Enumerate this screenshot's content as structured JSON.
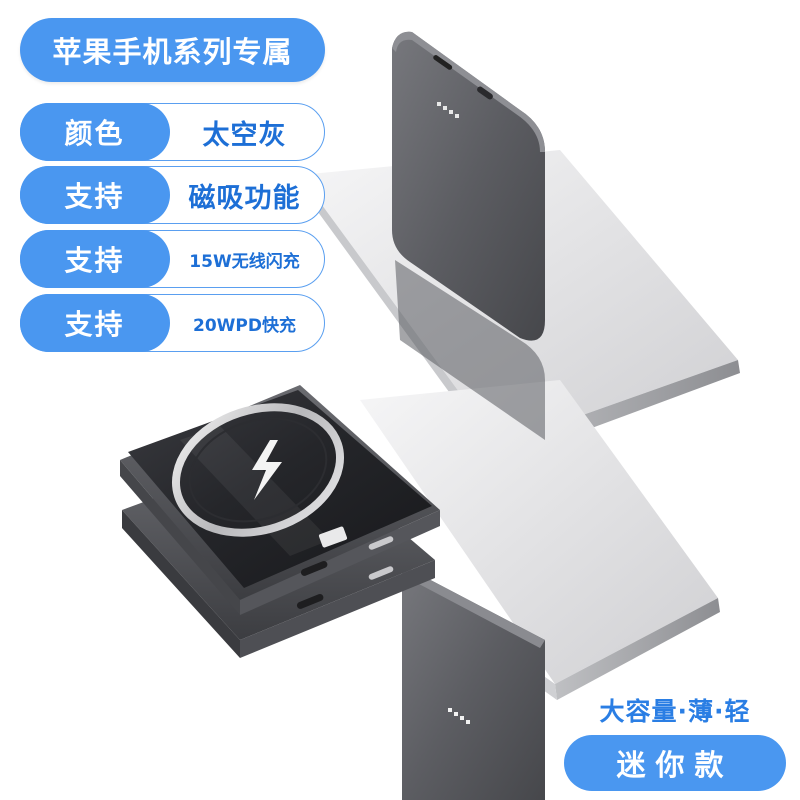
{
  "header": {
    "title": "苹果手机系列专属"
  },
  "specs": [
    {
      "label": "颜色",
      "value": "太空灰"
    },
    {
      "label": "支持",
      "value": "磁吸功能"
    },
    {
      "label": "支持",
      "value": "15W无线闪充"
    },
    {
      "label": "支持",
      "value": "20WPD快充"
    }
  ],
  "footer": {
    "tagline": "大容量·薄·轻",
    "badge": "迷你款"
  },
  "product": {
    "name": "magnetic-power-bank",
    "color": "#5e5f63",
    "icon": "lightning-bolt-icon"
  },
  "theme": {
    "accent": "#4a97f0",
    "accent_text": "#1d6fd6"
  }
}
